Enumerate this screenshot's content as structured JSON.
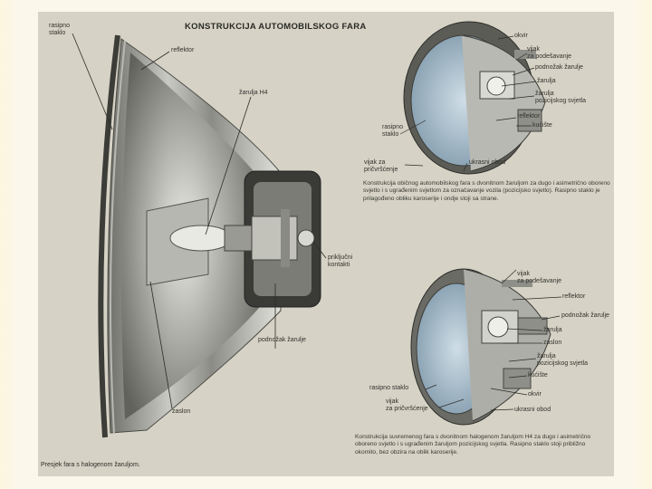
{
  "title": "KONSTRUKCIJA AUTOMOBILSKOG FARA",
  "bottom_caption": "Presjek fara s halogenom žaruljom.",
  "main_labels": {
    "rasipno_staklo": "rasipno\nstaklo",
    "reflektor": "reflektor",
    "zarulja_h4": "žarulja H4",
    "prikljucni_kontakti": "priključni\nkontakti",
    "podnozak_zarulje": "podnožak žarulje",
    "zaslon": "zaslon"
  },
  "top_right_labels": {
    "okvir": "okvir",
    "vijak_podesavanje": "vijak\nza podešavanje",
    "podnozak_zarulje": "podnožak žarulje",
    "zarulja": "žarulja",
    "zarulja_pozicijskog": "žarulja\npozicijskog svjetla",
    "reflektor": "reflektor",
    "kuciste": "kućište",
    "rasipno_staklo": "rasipno\nstaklo",
    "vijak_pricvrscenje": "vijak za\npričvršćenje",
    "ukrasni_obod": "ukrasni obod"
  },
  "top_caption": "Konstrukcija običnog automobilskog fara s dvonitnom žaruljom za dugo i asimetrično oboreno svjetlo i s ugrađenim svjetlom za označavanje vozila (pozicijsko svjetlo). Rasipno staklo je prilagođeno obliku karoserije i ondje stoji sa strane.",
  "bottom_right_labels": {
    "vijak_podesavanje": "vijak\nza podešavanje",
    "reflektor": "reflektor",
    "podnozak_zarulje": "podnožak žarulje",
    "zarulja": "žarulja",
    "zaslon": "zaslon",
    "zarulja_pozicijskog": "žarulja\npozicijskog svjetla",
    "kuciste": "kućište",
    "rasipno_staklo": "rasipno staklo",
    "okvir": "okvir",
    "vijak_pricvrscenje": "vijak\nza pričvršćenje",
    "ukrasni_obod": "ukrasni obod"
  },
  "bottom_right_caption": "Konstrukcija suvremenog fara s dvonitnom halogenom žaruljom H4 za dugo i asimetrično oboreno svjetlo i s ugrađenim žaruljom pozicijskog svjetla. Rasipno staklo stoji približno okomito, bez obzira na oblik karoserije.",
  "colors": {
    "page_bg": "#d6d2c5",
    "slide_bg": "#fbf7e9",
    "lens_blue": "#9fb5c4"
  }
}
